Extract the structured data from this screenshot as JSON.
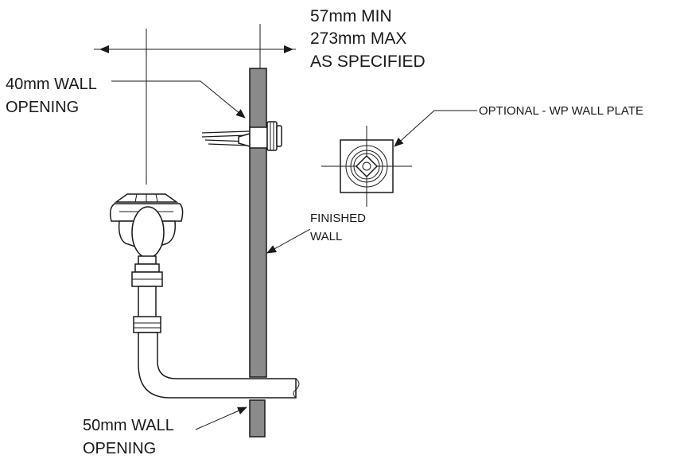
{
  "labels": {
    "dim_min": "57mm MIN",
    "dim_max": "273mm MAX",
    "dim_spec": "AS SPECIFIED",
    "top_opening_1": "40mm WALL",
    "top_opening_2": "OPENING",
    "plate_note": "OPTIONAL - WP WALL PLATE",
    "wall_1": "FINISHED",
    "wall_2": "WALL",
    "bottom_opening_1": "50mm WALL",
    "bottom_opening_2": "OPENING"
  },
  "colors": {
    "line": "#1a1a1a",
    "wall_fill": "#8a8a8a",
    "background": "#ffffff"
  }
}
